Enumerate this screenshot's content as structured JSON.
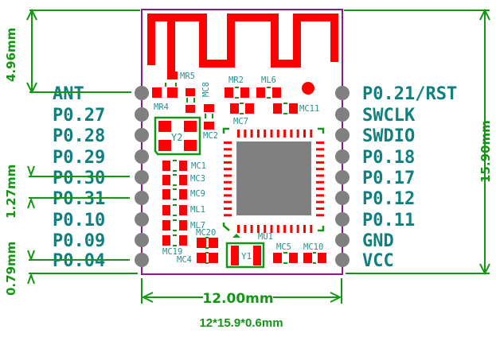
{
  "module": {
    "size_caption": "12*15.9*0.6mm",
    "colors": {
      "outline": "#8b1a8b",
      "copper": "#ff0000",
      "silkscreen": "#149614",
      "label": "#0f7f7f",
      "pad": "#808080",
      "chip": "#808080"
    }
  },
  "dimensions": {
    "width": "12.00mm",
    "height": "15.90mm",
    "antenna_height": "4.96mm",
    "pin_pitch": "1.27mm",
    "bottom_offset": "0.79mm"
  },
  "left_pins": [
    "ANT",
    "P0.27",
    "P0.28",
    "P0.29",
    "P0.30",
    "P0.31",
    "P0.10",
    "P0.09",
    "P0.04"
  ],
  "right_pins": [
    "P0.21/RST",
    "SWCLK",
    "SWDIO",
    "P0.18",
    "P0.17",
    "P0.12",
    "P0.11",
    "GND",
    "VCC"
  ],
  "components": {
    "MR5": "MR5",
    "MR4": "MR4",
    "MC8": "MC8",
    "MR2": "MR2",
    "ML6": "ML6",
    "MC11": "MC11",
    "MC7": "MC7",
    "MC2": "MC2",
    "Y2": "Y2",
    "MC1": "MC1",
    "MC3": "MC3",
    "MC9": "MC9",
    "ML1": "ML1",
    "ML7": "ML7",
    "MC19": "MC19",
    "MC20": "MC20",
    "MC4": "MC4",
    "Y1": "Y1",
    "MU1": "MU1",
    "MC5": "MC5",
    "MC10": "MC10"
  }
}
